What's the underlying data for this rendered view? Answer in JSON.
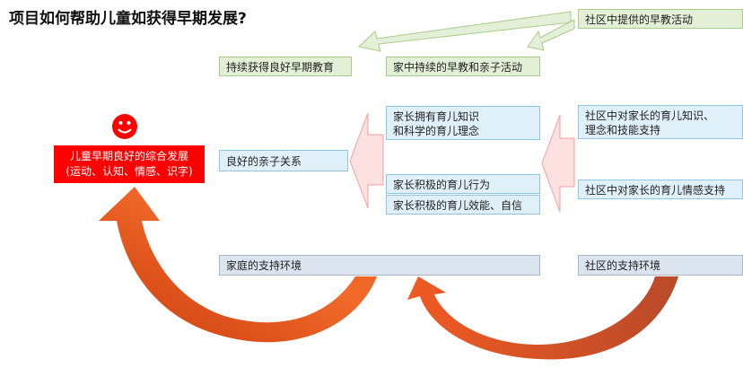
{
  "title": "项目如何帮助儿童如获得早期发展?",
  "colors": {
    "outcome_red": "#ff0000",
    "green_box": "#e3efd6",
    "blue_box": "#dff0f9",
    "env_box": "#dce4ef",
    "pink_arrow": "#fde0e0",
    "orange_arrow": "#e8561e"
  },
  "outcome": {
    "line1": "儿童早期良好的综合发展",
    "line2": "(运动、认知、情感、识字)"
  },
  "green_row": {
    "sustained_education": "持续获得良好早期教育",
    "home_activities": "家中持续的早教和亲子活动",
    "community_activities": "社区中提供的早教活动"
  },
  "middle": {
    "parent_child": "良好的亲子关系",
    "knowledge_line1": "家长拥有育儿知识",
    "knowledge_line2": "和科学的育儿理念",
    "behavior": "家长积极的育儿行为",
    "efficacy": "家长积极的育儿效能、自信",
    "community_skill_line1": "社区中对家长的育儿知识、",
    "community_skill_line2": "理念和技能支持",
    "community_emotional": "社区中对家长的育儿情感支持"
  },
  "environment": {
    "home": "家庭的支持环境",
    "community": "社区的支持环境"
  },
  "icons": {
    "smiley": "smiley-face-icon"
  }
}
